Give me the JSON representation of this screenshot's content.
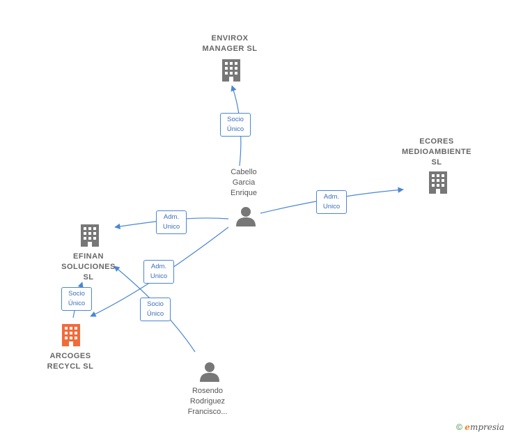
{
  "nodes": {
    "envirox": {
      "label": "ENVIROX\nMANAGER  SL",
      "color": "#777777"
    },
    "ecores": {
      "label": "ECORES\nMEDIOAMBIENTE\nSL",
      "color": "#777777"
    },
    "efinan": {
      "label": "EFINAN\nSOLUCIONES\nSL",
      "color": "#777777"
    },
    "arcoges": {
      "label": "ARCOGES\nRECYCL  SL",
      "color": "#f26a3a"
    },
    "cabello": {
      "label": "Cabello\nGarcia\nEnrique"
    },
    "rosendo": {
      "label": "Rosendo\nRodriguez\nFrancisco..."
    }
  },
  "edges": {
    "cabello_envirox": "Socio\nÚnico",
    "cabello_ecores": "Adm.\nUnico",
    "cabello_efinan": "Adm.\nUnico",
    "cabello_arcoges": "Adm.\nUnico",
    "rosendo_efinan": "Socio\nÚnico",
    "arcoges_efinan": "Socio\nÚnico"
  },
  "colors": {
    "edge": "#4a86d4",
    "person": "#777777"
  },
  "footer": {
    "copyright": "©",
    "brand_e": "e",
    "brand_rest": "mpresia"
  }
}
